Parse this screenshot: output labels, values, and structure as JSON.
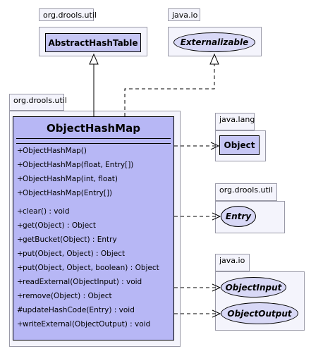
{
  "packages": {
    "drools_util_top": "org.drools.util",
    "java_io_top": "java.io",
    "drools_util_main": "org.drools.util",
    "java_lang": "java.lang",
    "drools_util_entry": "org.drools.util",
    "java_io_bottom": "java.io"
  },
  "classes": {
    "abstract_hash_table": "AbstractHashTable",
    "externalizable": "Externalizable",
    "object": "Object",
    "entry": "Entry",
    "object_input": "ObjectInput",
    "object_output": "ObjectOutput"
  },
  "main_class": {
    "name": "ObjectHashMap",
    "constructors": [
      {
        "vis": "+",
        "text": "ObjectHashMap()"
      },
      {
        "vis": "+",
        "text": "ObjectHashMap(float, Entry[])"
      },
      {
        "vis": "+",
        "text": "ObjectHashMap(int, float)"
      },
      {
        "vis": "+",
        "text": "ObjectHashMap(Entry[])"
      }
    ],
    "methods": [
      {
        "vis": "+",
        "text": "clear() : void"
      },
      {
        "vis": "+",
        "text": "get(Object) : Object"
      },
      {
        "vis": "+",
        "text": "getBucket(Object) : Entry"
      },
      {
        "vis": "+",
        "text": "put(Object, Object) : Object"
      },
      {
        "vis": "+",
        "text": "put(Object, Object, boolean) : Object"
      },
      {
        "vis": "+",
        "text": "readExternal(ObjectInput) : void"
      },
      {
        "vis": "+",
        "text": "remove(Object) : Object"
      },
      {
        "vis": "#",
        "text": "updateHashCode(Entry) : void"
      },
      {
        "vis": "+",
        "text": "writeExternal(ObjectOutput) : void"
      }
    ]
  }
}
